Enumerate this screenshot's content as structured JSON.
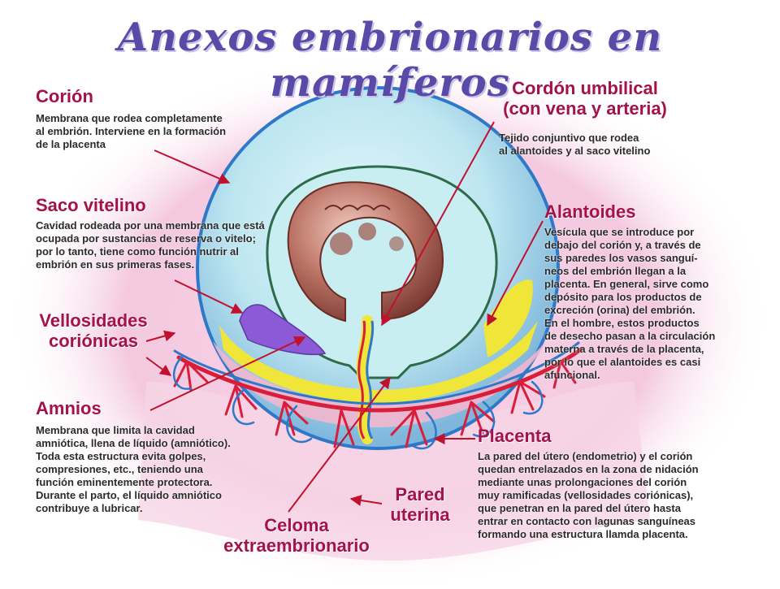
{
  "title": "Anexos embrionarios en mamíferos",
  "colors": {
    "title": "#5a4aa8",
    "label": "#a3124a",
    "arrow": "#c0112e",
    "chorion": "#2f78c8",
    "amniotic_fluid": "#bfe9ee",
    "yolk_sac": "#8c5ad6",
    "allantois": "#f0e63a",
    "placenta_vessels": "#d81e3a",
    "background_glow": "#f4c6de"
  },
  "labels": {
    "corion": {
      "title": "Corión",
      "desc": [
        "Membrana que rodea completamente",
        "al embrión. Interviene en la formación",
        "de la placenta"
      ]
    },
    "cordon": {
      "title": [
        "Cordón umbilical",
        "(con vena y arteria)"
      ],
      "desc": [
        "Tejido conjuntivo que rodea",
        "al alantoides y al saco vitelino"
      ]
    },
    "saco": {
      "title": "Saco vitelino",
      "desc": [
        "Cavidad rodeada por una membrana que está",
        "ocupada por sustancias de reserva o vitelo;",
        "por lo tanto, tiene como función nutrir al",
        "embrión en sus primeras fases."
      ]
    },
    "alantoides": {
      "title": "Alantoides",
      "desc": [
        "Vesícula que se introduce por",
        "debajo del corión y, a través de",
        "sus paredes los vasos sanguí-",
        "neos del embrión llegan a la",
        "placenta. En general, sirve como",
        "depósito para los productos de",
        "excreción (orina) del embrión.",
        "En el hombre, estos productos",
        "de desecho pasan a la circulación",
        "materna a través de la placenta,",
        "por lo que el alantoides es casi",
        "afuncional."
      ]
    },
    "vellosidades": {
      "title": [
        "Vellosidades",
        "coriónicas"
      ]
    },
    "amnios": {
      "title": "Amnios",
      "desc": [
        "Membrana que limita la cavidad",
        "amniótica, llena de líquido (amniótico).",
        "Toda esta estructura evita golpes,",
        "compresiones, etc.,  teniendo una",
        "función eminentemente protectora.",
        "Durante el parto, el líquido amniótico",
        "contribuye a lubricar."
      ]
    },
    "placenta": {
      "title": "Placenta",
      "desc": [
        "La pared del útero (endometrio) y el corión",
        "quedan entrelazados en la zona de nidación",
        "mediante unas prolongaciones del corión",
        "muy ramificadas (vellosidades coriónicas),",
        "que penetran en la pared del útero hasta",
        "entrar en contacto con lagunas sanguíneas",
        "formando una estructura llamda placenta."
      ]
    },
    "pared": {
      "title": [
        "Pared",
        "uterina"
      ]
    },
    "celoma": {
      "title": [
        "Celoma",
        "extraembrionario"
      ]
    }
  }
}
